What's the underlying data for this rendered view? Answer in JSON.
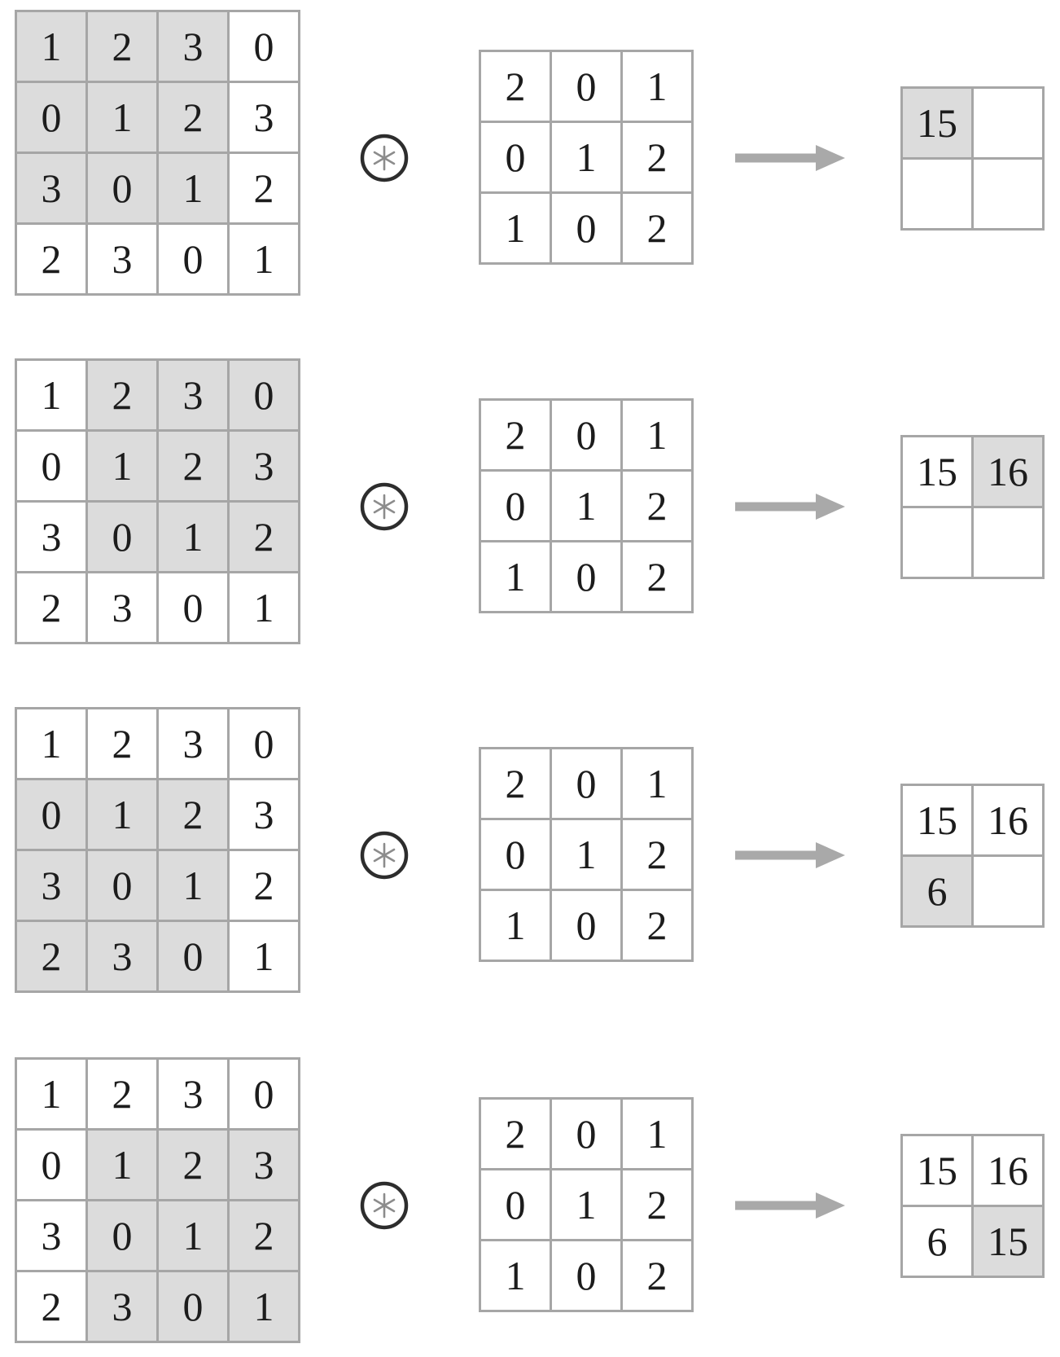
{
  "colors": {
    "grid": "#a6a6a6",
    "highlight": "#dcdcdc",
    "text": "#1c1c1c",
    "arrow": "#a9a9a9",
    "ring": "#2d2d2d",
    "star": "#8c8c8c"
  },
  "icons": {
    "operator": "circled-asterisk-convolution",
    "arrow": "right-arrow"
  },
  "steps": [
    {
      "input": {
        "values": [
          [
            "1",
            "2",
            "3",
            "0"
          ],
          [
            "0",
            "1",
            "2",
            "3"
          ],
          [
            "3",
            "0",
            "1",
            "2"
          ],
          [
            "2",
            "3",
            "0",
            "1"
          ]
        ],
        "highlight": {
          "row_start": 0,
          "row_end": 2,
          "col_start": 0,
          "col_end": 2
        }
      },
      "kernel": {
        "values": [
          [
            "2",
            "0",
            "1"
          ],
          [
            "0",
            "1",
            "2"
          ],
          [
            "1",
            "0",
            "2"
          ]
        ]
      },
      "output": {
        "values": [
          [
            "15",
            ""
          ],
          [
            "",
            ""
          ]
        ],
        "highlight": {
          "row": 0,
          "col": 0
        }
      }
    },
    {
      "input": {
        "values": [
          [
            "1",
            "2",
            "3",
            "0"
          ],
          [
            "0",
            "1",
            "2",
            "3"
          ],
          [
            "3",
            "0",
            "1",
            "2"
          ],
          [
            "2",
            "3",
            "0",
            "1"
          ]
        ],
        "highlight": {
          "row_start": 0,
          "row_end": 2,
          "col_start": 1,
          "col_end": 3
        }
      },
      "kernel": {
        "values": [
          [
            "2",
            "0",
            "1"
          ],
          [
            "0",
            "1",
            "2"
          ],
          [
            "1",
            "0",
            "2"
          ]
        ]
      },
      "output": {
        "values": [
          [
            "15",
            "16"
          ],
          [
            "",
            ""
          ]
        ],
        "highlight": {
          "row": 0,
          "col": 1
        }
      }
    },
    {
      "input": {
        "values": [
          [
            "1",
            "2",
            "3",
            "0"
          ],
          [
            "0",
            "1",
            "2",
            "3"
          ],
          [
            "3",
            "0",
            "1",
            "2"
          ],
          [
            "2",
            "3",
            "0",
            "1"
          ]
        ],
        "highlight": {
          "row_start": 1,
          "row_end": 3,
          "col_start": 0,
          "col_end": 2
        }
      },
      "kernel": {
        "values": [
          [
            "2",
            "0",
            "1"
          ],
          [
            "0",
            "1",
            "2"
          ],
          [
            "1",
            "0",
            "2"
          ]
        ]
      },
      "output": {
        "values": [
          [
            "15",
            "16"
          ],
          [
            "6",
            ""
          ]
        ],
        "highlight": {
          "row": 1,
          "col": 0
        }
      }
    },
    {
      "input": {
        "values": [
          [
            "1",
            "2",
            "3",
            "0"
          ],
          [
            "0",
            "1",
            "2",
            "3"
          ],
          [
            "3",
            "0",
            "1",
            "2"
          ],
          [
            "2",
            "3",
            "0",
            "1"
          ]
        ],
        "highlight": {
          "row_start": 1,
          "row_end": 3,
          "col_start": 1,
          "col_end": 3
        }
      },
      "kernel": {
        "values": [
          [
            "2",
            "0",
            "1"
          ],
          [
            "0",
            "1",
            "2"
          ],
          [
            "1",
            "0",
            "2"
          ]
        ]
      },
      "output": {
        "values": [
          [
            "15",
            "16"
          ],
          [
            "6",
            "15"
          ]
        ],
        "highlight": {
          "row": 1,
          "col": 1
        }
      }
    }
  ]
}
